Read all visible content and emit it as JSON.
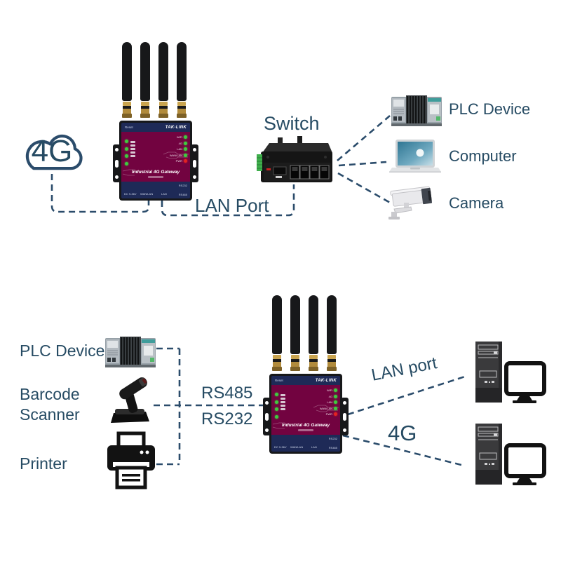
{
  "colors": {
    "label_text": "#264b63",
    "dashed_line": "#2b4c6b",
    "gateway_panel": "#720340",
    "gateway_strip": "#1e2a57",
    "led_green": "#3ecb3e",
    "led_red": "#e32222"
  },
  "icons": {
    "cloud": "cloud-4g-icon",
    "switch": "ethernet-switch-icon",
    "plc": "plc-device-icon",
    "computer": "laptop-icon",
    "camera": "cctv-camera-icon",
    "barcode_scanner": "barcode-scanner-icon",
    "printer": "printer-icon",
    "desktop": "desktop-computer-icon",
    "gateway": "industrial-4g-gateway-icon"
  },
  "top": {
    "cloud_label": "4G",
    "lan_port_label": "LAN Port",
    "switch_label": "Switch",
    "plc_label": "PLC Device",
    "computer_label": "Computer",
    "camera_label": "Camera"
  },
  "bottom": {
    "plc_label": "PLC Device",
    "barcode_label_line1": "Barcode",
    "barcode_label_line2": "Scanner",
    "printer_label": "Printer",
    "rs485_label": "RS485",
    "rs232_label": "RS232",
    "lan_port_label": "LAN port",
    "cellular_label": "4G"
  },
  "gateway": {
    "reset_label": "Reset",
    "brand": "TAK-LINK",
    "title": "Industrial 4G Gateway",
    "led_labels": [
      "WiFi",
      "4G",
      "LAN",
      "WAN/LAN",
      "PWR"
    ],
    "port_labels": [
      "DC 9-36V",
      "WAN/LAN",
      "LAN"
    ],
    "serial_labels": [
      "RS232",
      "RS485"
    ]
  }
}
